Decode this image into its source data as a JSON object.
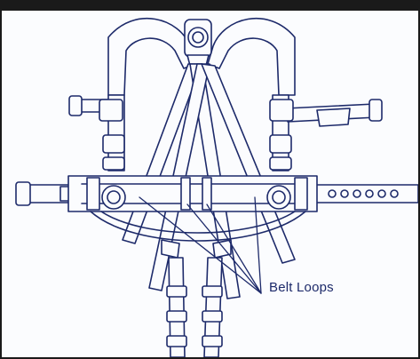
{
  "diagram": {
    "callout": {
      "text": "Belt Loops"
    },
    "colors": {
      "line": "#1d2a6a",
      "fill": "#fbfcfe",
      "frame": "#1a1a1a"
    },
    "parts": [
      "shoulder-straps",
      "dorsal-d-ring",
      "chest-straps",
      "waist-belt",
      "belt-loops",
      "side-d-rings",
      "adjustment-buckles",
      "leg-straps"
    ]
  }
}
